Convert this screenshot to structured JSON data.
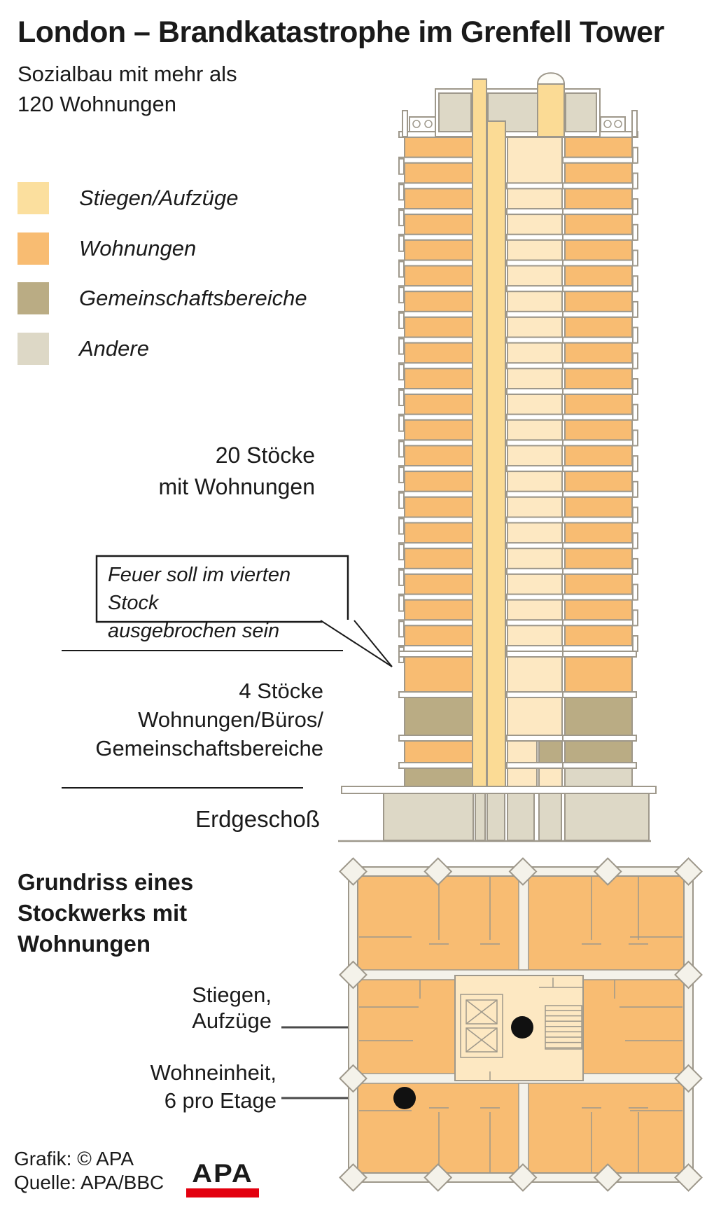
{
  "title": "London – Brandkatastrophe im Grenfell Tower",
  "subtitle": "Sozialbau mit mehr als\n120 Wohnungen",
  "legend": {
    "items": [
      {
        "label": "Stiegen/Aufzüge",
        "color_key": "stairs"
      },
      {
        "label": "Wohnungen",
        "color_key": "apartments"
      },
      {
        "label": "Gemeinschaftsbereiche",
        "color_key": "community"
      },
      {
        "label": "Andere",
        "color_key": "other"
      }
    ]
  },
  "tower": {
    "annotation_upper": "20 Stöcke\nmit Wohnungen",
    "callout": "Feuer soll im vierten Stock\nausgebrochen sein",
    "annotation_lower": "4 Stöcke\nWohnungen/Büros/\nGemeinschaftsbereiche",
    "ground_label": "Erdgeschoß",
    "floors_with_apartments": 20,
    "mixed_floors": 4
  },
  "floorplan": {
    "heading": "Grundriss eines\nStockwerks mit\nWohnungen",
    "label_core": "Stiegen,\nAufzüge",
    "label_unit": "Wohneinheit,\n6 pro Etage",
    "units_per_floor": 6
  },
  "footer": {
    "credit": "Grafik: © APA",
    "source": "Quelle: APA/BBC",
    "logo_text": "APA"
  },
  "palette": {
    "stairs": "#FBDF9E",
    "apartments": "#F8BC72",
    "community": "#BAAC84",
    "other": "#DDD8C6",
    "shaft": "#FBDB95",
    "room": "#FDE8C2",
    "outline": "#9E988B",
    "wall_fill": "#F4F2EA",
    "leader": "#4A4A4A",
    "ink": "#1A1A1A",
    "accent_red": "#E3000F"
  }
}
